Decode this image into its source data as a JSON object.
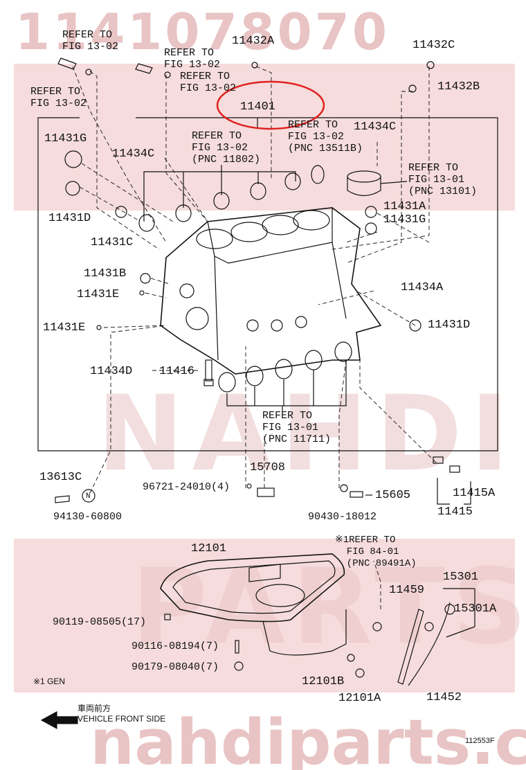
{
  "watermark": {
    "part_number": "1141078070",
    "site_top": "NAHDI",
    "site_bottom": "nahdiparts.com",
    "site_mid": "PARTS"
  },
  "labels": {
    "refer_tl_1": "REFER TO\nFIG 13-02",
    "refer_tl_2": "REFER TO\nFIG 13-02",
    "refer_tl_3": "REFER TO\nFIG 13-02",
    "refer_tl_4": "REFER TO\nFIG 13-02",
    "p11432A": "11432A",
    "p11432C": "11432C",
    "p11432B": "11432B",
    "p11401": "11401",
    "refer_pnc_13511B": "REFER TO\nFIG 13-02\n(PNC 13511B)",
    "p11434C_right": "11434C",
    "p11431G_left": "11431G",
    "p11434C_left": "11434C",
    "refer_pnc_11802": "REFER TO\nFIG 13-02\n(PNC 11802)",
    "refer_pnc_13101": "REFER TO\nFIG 13-01\n(PNC 13101)",
    "p11431A": "11431A",
    "p11431G_right": "11431G",
    "p11431D_left": "11431D",
    "p11431C": "11431C",
    "p11431B": "11431B",
    "p11434A": "11434A",
    "p11431E_1": "11431E",
    "p11431E_2": "11431E",
    "p11431D_right": "11431D",
    "p11434D": "11434D",
    "p11416": "11416",
    "refer_pnc_11711": "REFER TO\nFIG 13-01\n(PNC 11711)",
    "p13613C": "13613C",
    "p15708": "15708",
    "p96721": "96721-24010(4)",
    "p15605": "15605",
    "p11415A": "11415A",
    "p11415": "11415",
    "p94130": "94130-60800",
    "p90430": "90430-18012",
    "p12101": "12101",
    "refer_pnc_89491A": "※1REFER TO\n  FIG 84-01\n  (PNC 89491A)",
    "p15301": "15301",
    "p11459": "11459",
    "p15301A": "15301A",
    "p90119": "90119-08505(17)",
    "p90116": "90116-08194(7)",
    "p90179": "90179-08040(7)",
    "p12101B": "12101B",
    "p12101A": "12101A",
    "p11452": "11452",
    "n_mark": "N"
  },
  "footer": {
    "note": "※1 GEN",
    "front_jp": "車両前方",
    "front_en": "VEHICLE FRONT SIDE",
    "code": "112553F"
  },
  "colors": {
    "line": "#111111",
    "highlight": "#e02020",
    "watermark": "#e9c4c4",
    "band": "#f6dcdc"
  }
}
